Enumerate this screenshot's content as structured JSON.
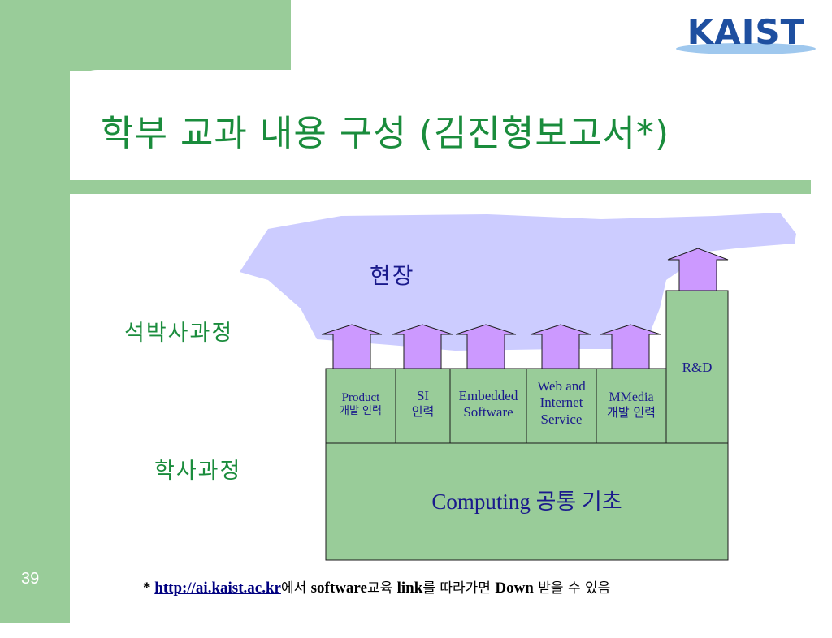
{
  "header": {
    "title": "학부 교과 내용 구성 (김진형보고서*)",
    "logo_text": "KAIST"
  },
  "diagram": {
    "cloud_label": "현장",
    "graduate_label": "석박사과정",
    "undergrad_label": "학사과정",
    "foundation_label": "Computing 공통 기초",
    "tracks": [
      {
        "line1": "Product",
        "line2": "개발 인력"
      },
      {
        "line1": "SI",
        "line2": "인력"
      },
      {
        "line1": "Embedded",
        "line2": "Software"
      },
      {
        "line1": "Web and",
        "line2": "Internet",
        "line3": "Service"
      },
      {
        "line1": "MMedia",
        "line2": "개발 인력"
      }
    ],
    "rnd_label": "R&D"
  },
  "footer": {
    "page_number": "39",
    "star": "*",
    "link_text": "http://ai.kaist.ac.kr",
    "text_a": "에서 ",
    "text_b": "software",
    "text_c": "교육 ",
    "text_d": "link",
    "text_e": "를 따라가면 ",
    "text_f": "Down",
    "text_g": " 받을 수 있음"
  },
  "colors": {
    "slide_green": "#99cc99",
    "title_green": "#1a8c3c",
    "cloud": "#ccccff",
    "arrow": "#cc99ff",
    "box_text": "#1a1a8c"
  }
}
